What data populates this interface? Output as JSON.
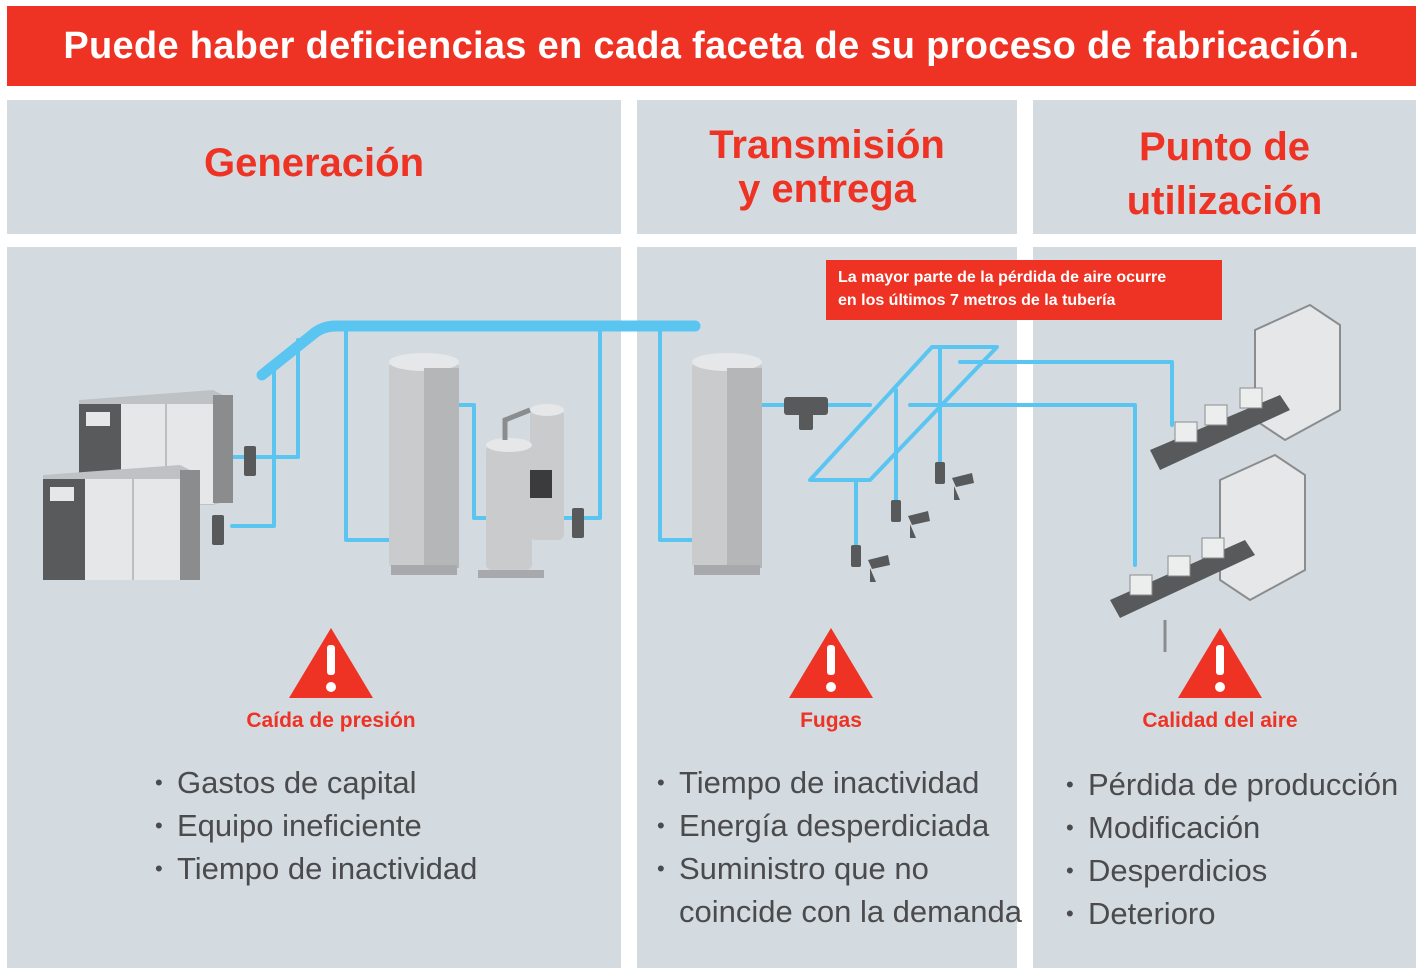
{
  "title": "Puede haber deficiencias en cada faceta de su proceso de fabricación.",
  "colors": {
    "accent": "#ee3224",
    "panel": "#d3dbe0",
    "pipe": "#5bc5f2",
    "text": "#4b4b4d"
  },
  "sections": [
    {
      "heading_lines": [
        "Generación"
      ],
      "warning_label": "Caída de presión",
      "bullets": [
        "Gastos de capital",
        "Equipo ineficiente",
        "Tiempo de inactividad"
      ]
    },
    {
      "heading_lines": [
        "Transmisión",
        "y entrega"
      ],
      "warning_label": "Fugas",
      "bullets": [
        "Tiempo de inactividad",
        "Energía desperdiciada",
        "Suministro que no",
        "coincide con la demanda"
      ]
    },
    {
      "heading_lines": [
        "Punto de",
        "utilización"
      ],
      "warning_label": "Calidad del aire",
      "bullets": [
        "Pérdida de producción",
        "Modificación",
        "Desperdicios",
        "Deterioro"
      ]
    }
  ],
  "callout_lines": [
    "La mayor parte de la pérdida de aire ocurre",
    "en los últimos 7 metros de la tubería"
  ],
  "icons": [
    "warning-icon",
    "compressor-icon",
    "air-tank-icon",
    "dryer-icon",
    "filter-icon",
    "air-tool-icon",
    "conveyor-machine-icon"
  ]
}
